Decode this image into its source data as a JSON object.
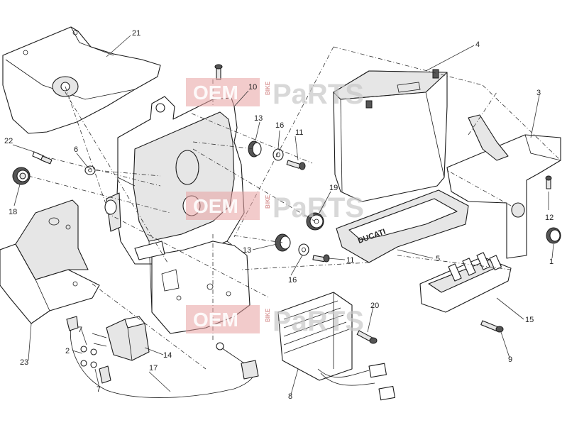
{
  "watermark": {
    "left": "OEM",
    "middle": "BIKE",
    "right": "PaRTS"
  },
  "part_labels": {
    "p1": "1",
    "p2": "2",
    "p3": "3",
    "p4": "4",
    "p5": "5",
    "p6": "6",
    "p7a": "7",
    "p7b": "7",
    "p8": "8",
    "p9": "9",
    "p10": "10",
    "p11a": "11",
    "p11b": "11",
    "p12": "12",
    "p13a": "13",
    "p13b": "13",
    "p14": "14",
    "p15": "15",
    "p16a": "16",
    "p16b": "16",
    "p17": "17",
    "p18": "18",
    "p19": "19",
    "p20": "20",
    "p21": "21",
    "p22": "22",
    "p23": "23"
  },
  "cover_text": "DUCATI"
}
